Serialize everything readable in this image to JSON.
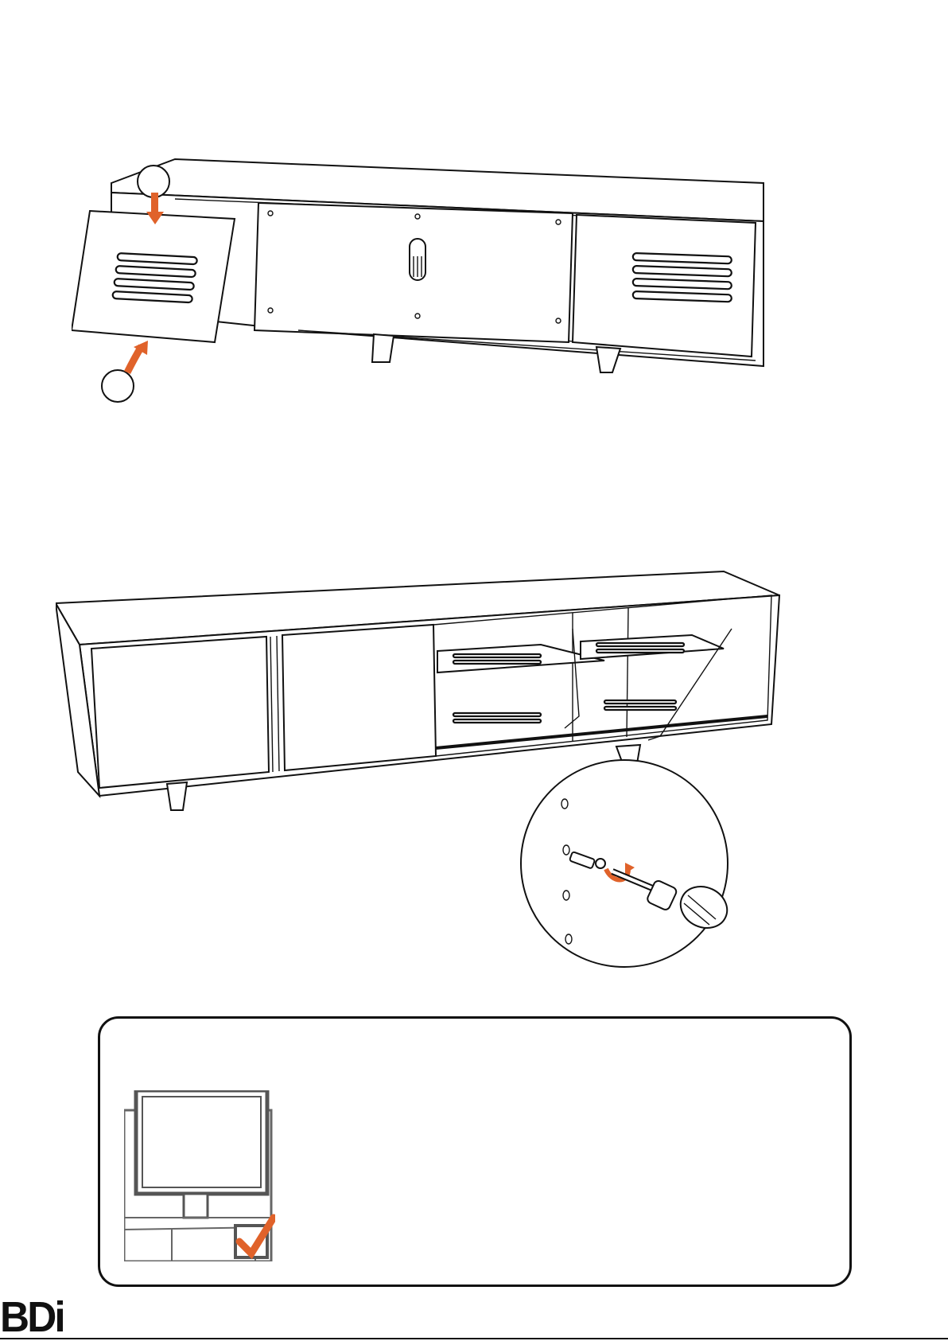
{
  "brand": {
    "logo_text": "BDi",
    "accent_color": "#e0622a"
  },
  "steps": [
    {
      "id": "door-panel-install",
      "icons": [
        "door-panel",
        "down-arrow",
        "up-curved-arrow",
        "step-circle-top",
        "step-circle-bottom"
      ]
    },
    {
      "id": "shelf-pin-install",
      "icons": [
        "cabinet",
        "zoom-callout",
        "screwdriver",
        "rotation-arrow",
        "shelf-pin"
      ]
    }
  ],
  "callout": {
    "icons": [
      "tv-on-stand",
      "check-mark-icon"
    ],
    "check_color": "#e0622a"
  }
}
